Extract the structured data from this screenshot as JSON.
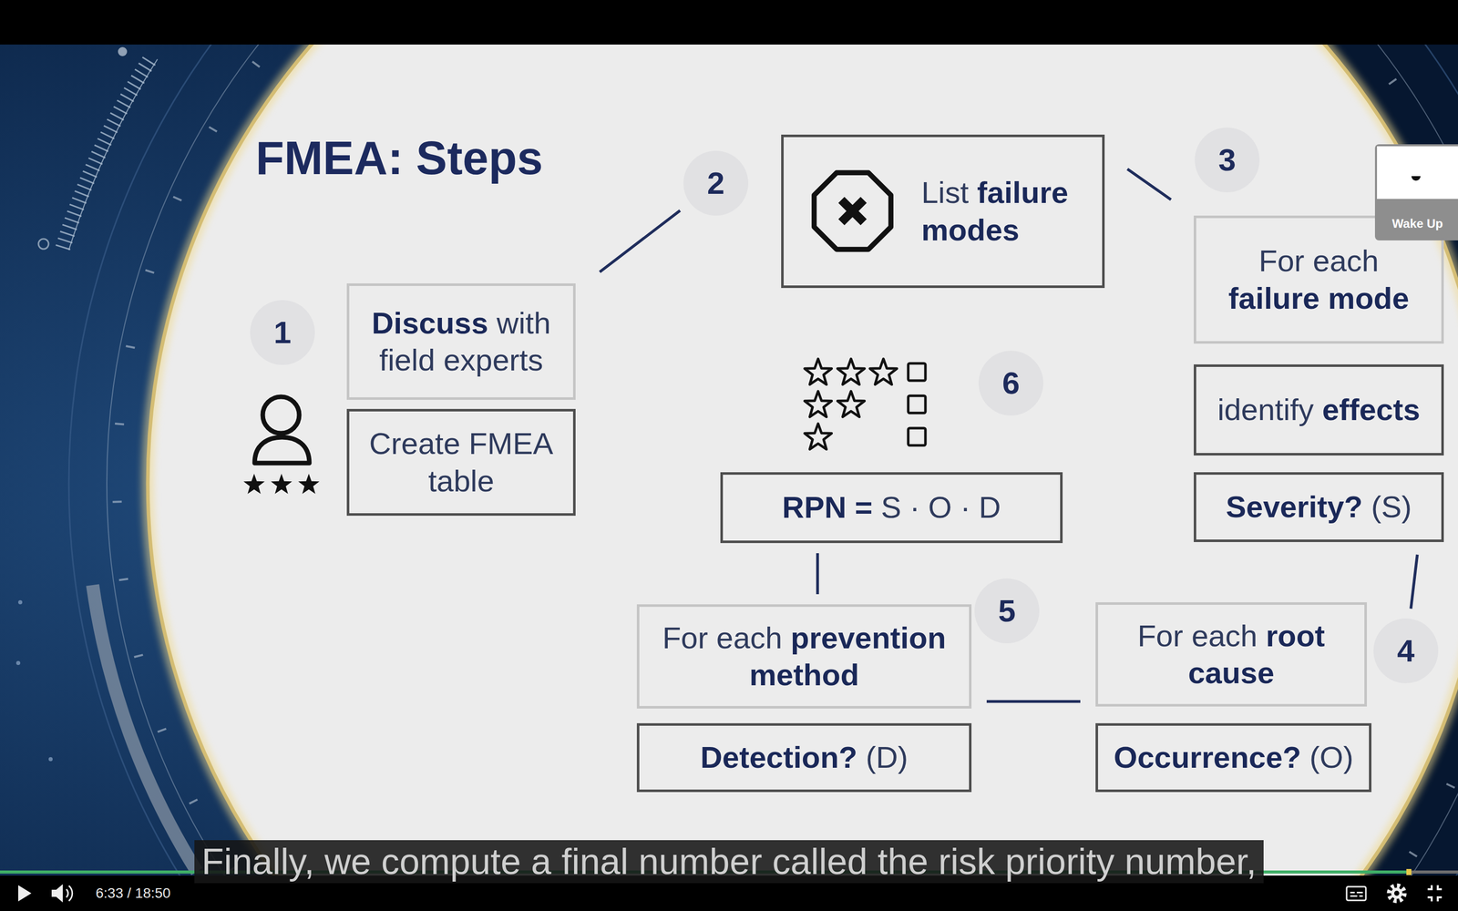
{
  "diagram": {
    "title": "FMEA: Steps",
    "nodes": [
      {
        "text": [
          "1"
        ]
      },
      {
        "text": [
          "Discuss with field experts"
        ]
      },
      {
        "text": [
          "Create FMEA table"
        ]
      },
      {
        "text": [
          "2"
        ]
      },
      {
        "text": [
          "List failure modes"
        ]
      },
      {
        "text": [
          "3"
        ]
      },
      {
        "text": [
          "For each failure mode"
        ]
      },
      {
        "text": [
          "identify effects"
        ]
      },
      {
        "text": [
          "Severity? (S)"
        ]
      },
      {
        "text": [
          "4"
        ]
      },
      {
        "text": [
          "For each root cause"
        ]
      },
      {
        "text": [
          "Occurrence? (O)"
        ]
      },
      {
        "text": [
          "5"
        ]
      },
      {
        "text": [
          "For each prevention method"
        ]
      },
      {
        "text": [
          "Detection? (D)"
        ]
      },
      {
        "text": [
          "6"
        ]
      },
      {
        "text": [
          "RPN = S · O · D"
        ]
      }
    ],
    "edges": [
      {
        "from": 1,
        "to": 3,
        "arrow": "none"
      },
      {
        "from": 4,
        "to": 6,
        "arrow": "none"
      },
      {
        "from": 8,
        "to": 9,
        "arrow": "none"
      },
      {
        "from": 10,
        "to": 13,
        "arrow": "none"
      },
      {
        "from": 13,
        "to": 16,
        "arrow": "none"
      }
    ],
    "labels": [
      "Finally, we compute a final number called the risk priority number,",
      "6:33 / 18:50",
      "Wake Up"
    ]
  }
}
